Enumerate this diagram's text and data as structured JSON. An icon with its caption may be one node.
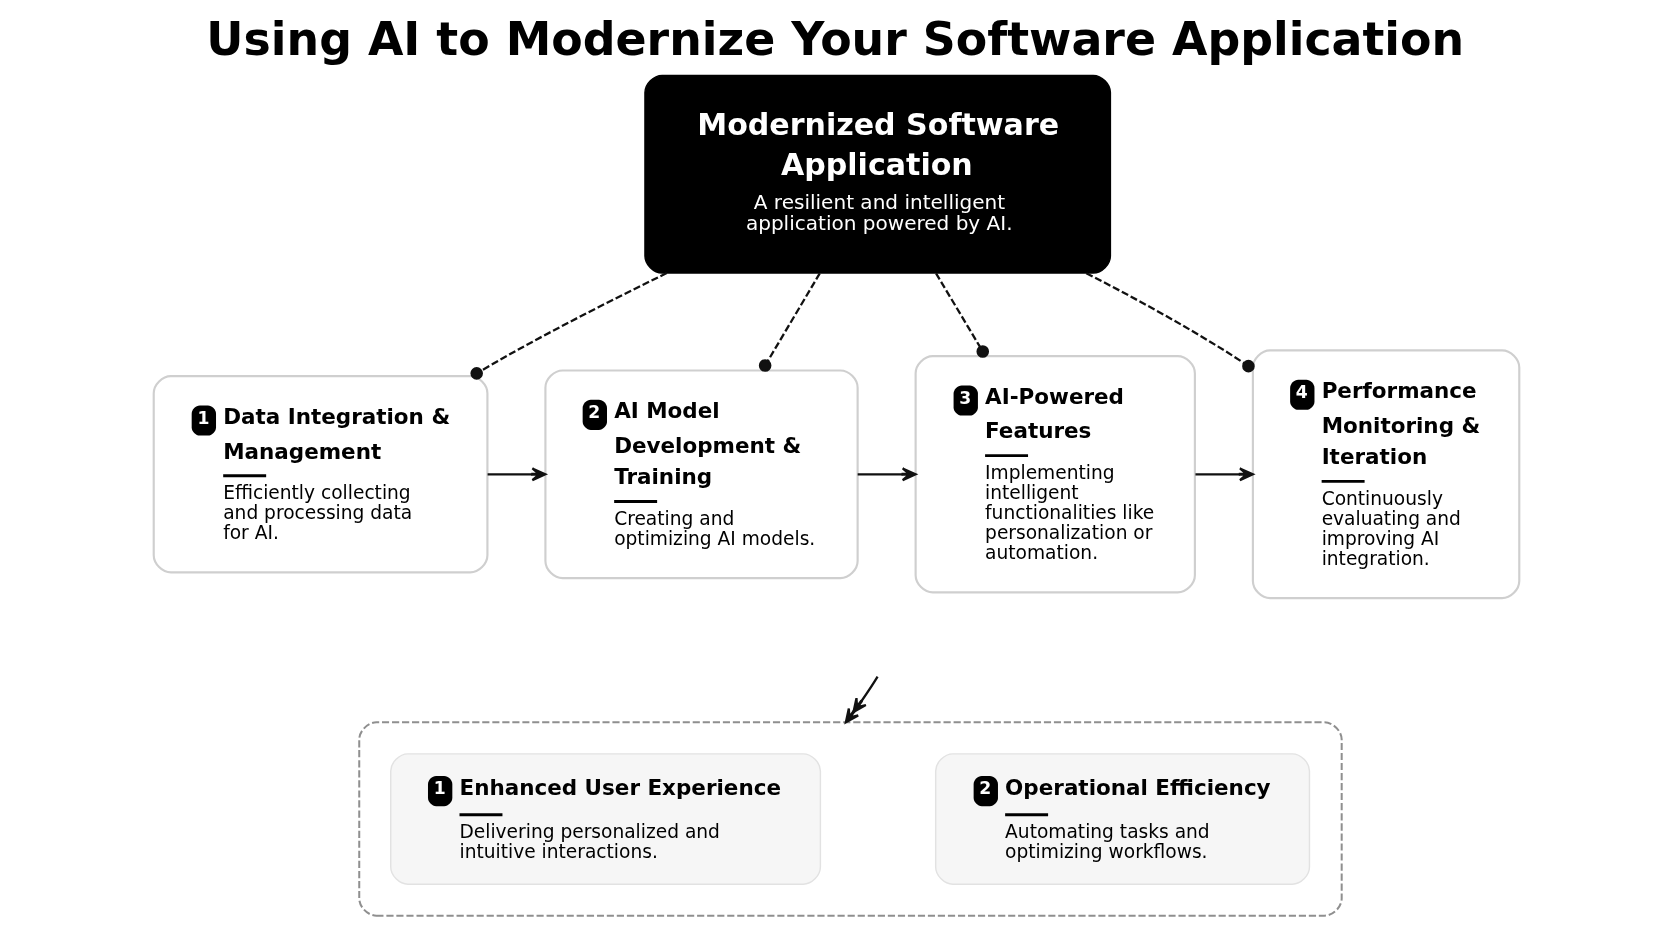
{
  "diagram": {
    "title": "Using AI to Modernize Your Software Application",
    "nodes": [
      {
        "text": [
          "Modernized Software Application",
          "A resilient and intelligent application powered by AI."
        ]
      },
      {
        "text": [
          "1",
          "Data Integration & Management",
          "Efficiently collecting and processing data for AI."
        ]
      },
      {
        "text": [
          "2",
          "AI Model Development & Training",
          "Creating and optimizing AI models."
        ]
      },
      {
        "text": [
          "3",
          "AI-Powered Features",
          "Implementing intelligent functionalities like personalization or automation."
        ]
      },
      {
        "text": [
          "4",
          "Performance Monitoring & Iteration",
          "Continuously evaluating and improving AI integration."
        ]
      },
      {
        "text": [],
        "shape": "box"
      },
      {
        "text": [
          "1",
          "Enhanced User Experience",
          "Delivering personalized and intuitive interactions."
        ],
        "in": 5
      },
      {
        "text": [
          "2",
          "Operational Efficiency",
          "Automating tasks and optimizing workflows."
        ],
        "in": 5
      }
    ],
    "edges": [
      {
        "from": 0,
        "to": 1,
        "arrow": "other",
        "style": "dashed"
      },
      {
        "from": 0,
        "to": 2,
        "arrow": "other",
        "style": "dashed"
      },
      {
        "from": 0,
        "to": 3,
        "arrow": "other",
        "style": "dashed"
      },
      {
        "from": 0,
        "to": 4,
        "arrow": "other",
        "style": "dashed"
      },
      {
        "from": 1,
        "to": 2,
        "arrow": "to"
      },
      {
        "from": 2,
        "to": 3,
        "arrow": "to"
      },
      {
        "from": 3,
        "to": 4,
        "arrow": "to"
      },
      {
        "from": null,
        "to": 5,
        "arrow": "to"
      }
    ]
  }
}
